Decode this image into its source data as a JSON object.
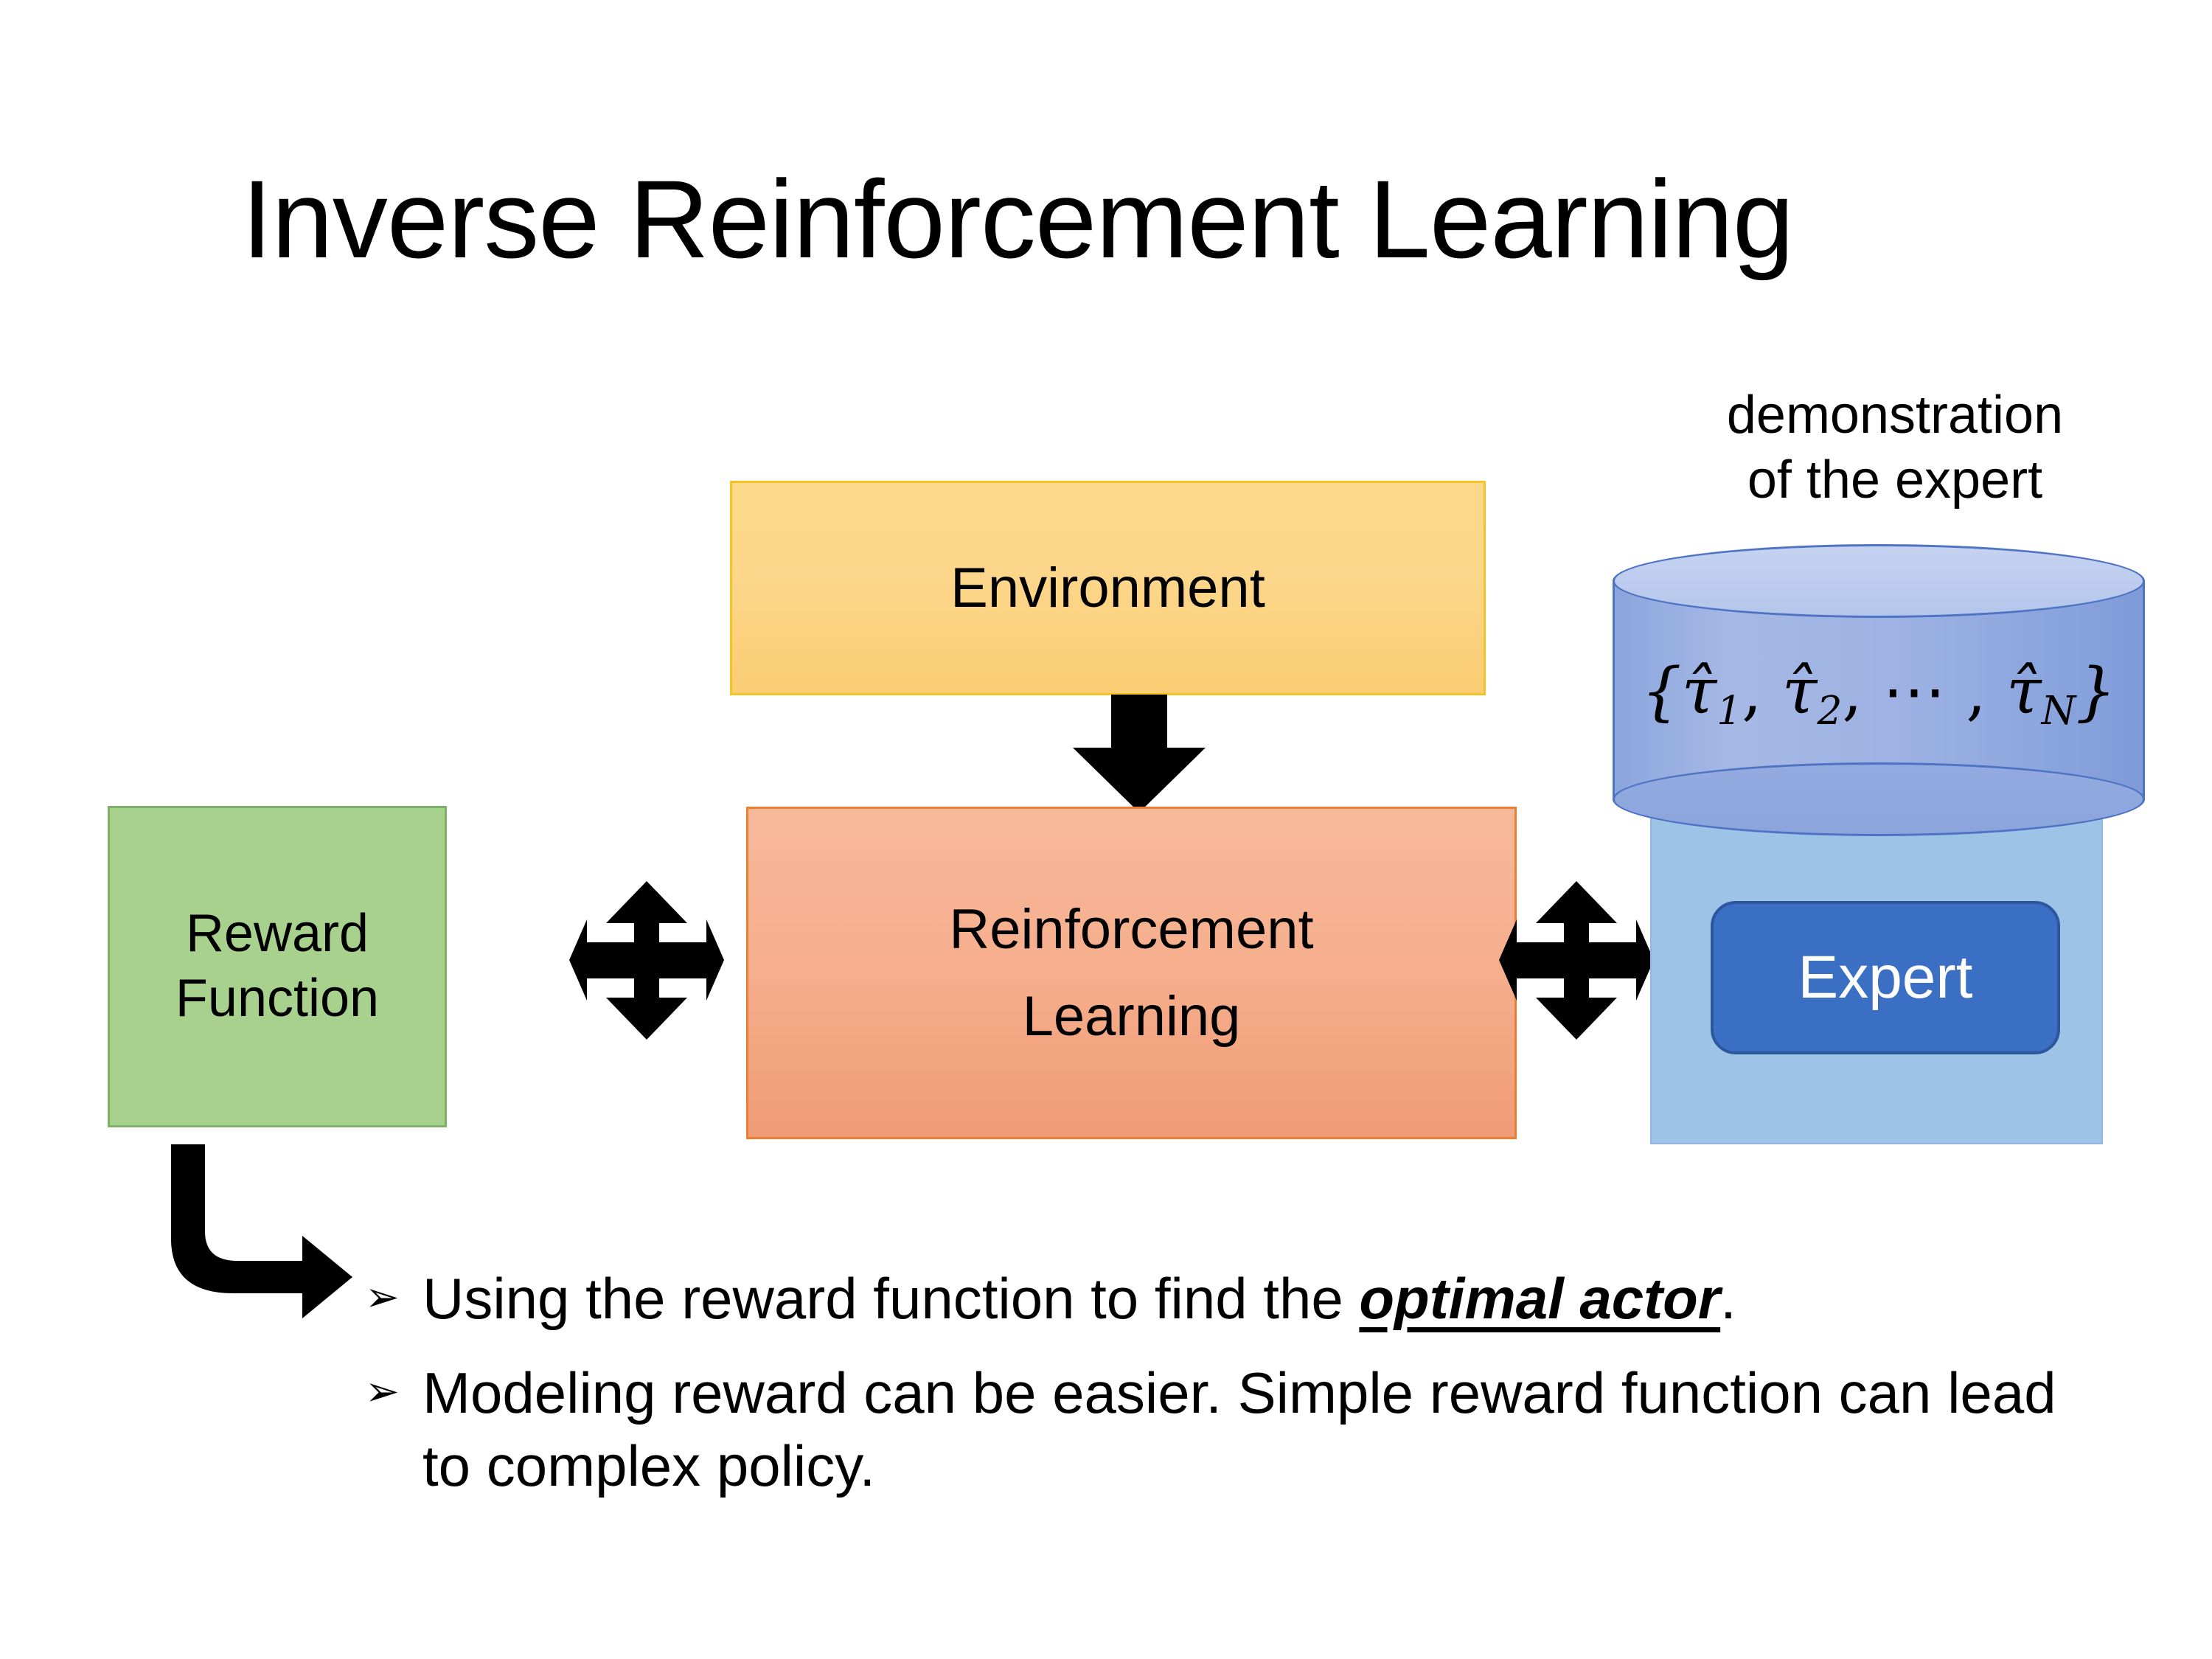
{
  "slide": {
    "title": "Inverse Reinforcement Learning",
    "background_color": "#ffffff"
  },
  "diagram": {
    "environment": {
      "label": "Environment",
      "fill_color": "#fcd68a",
      "border_color": "#f6c325"
    },
    "reward_function": {
      "line1": "Reward",
      "line2": "Function",
      "fill_color": "#a9d18e",
      "border_color": "#7fb069"
    },
    "reinforcement_learning": {
      "line1": "Reinforcement",
      "line2": "Learning",
      "fill_color": "#f6ae8c",
      "border_color": "#ed7d31"
    },
    "demonstration": {
      "caption_line1": "demonstration",
      "caption_line2": "of the expert",
      "formula_open": "{",
      "formula_t1": "τ̂",
      "formula_sub1": "1",
      "formula_sep1": ", ",
      "formula_t2": "τ̂",
      "formula_sub2": "2",
      "formula_sep2": ", ⋯ , ",
      "formula_t3": "τ̂",
      "formula_sub3": "N",
      "formula_close": "}",
      "cylinder_fill_color": "#9db2e3",
      "cylinder_border_color": "#4f73c4"
    },
    "expert": {
      "label": "Expert",
      "panel_color": "#9dc3e6",
      "chip_color": "#3a6fc4",
      "chip_border_color": "#2d579c",
      "text_color": "#ffffff"
    },
    "connectors": {
      "environment_to_rl": "down-arrow",
      "reward_to_rl": "four-way-arrow",
      "rl_to_expert": "four-way-arrow",
      "reward_to_bullets": "elbow-arrow"
    }
  },
  "bullets": {
    "marker": "➢",
    "items": [
      {
        "prefix": "Using the reward function to find the ",
        "emphasis": "optimal actor",
        "suffix": "."
      },
      {
        "prefix": "Modeling reward can be easier. Simple reward function can lead to complex policy.",
        "emphasis": "",
        "suffix": ""
      }
    ]
  }
}
